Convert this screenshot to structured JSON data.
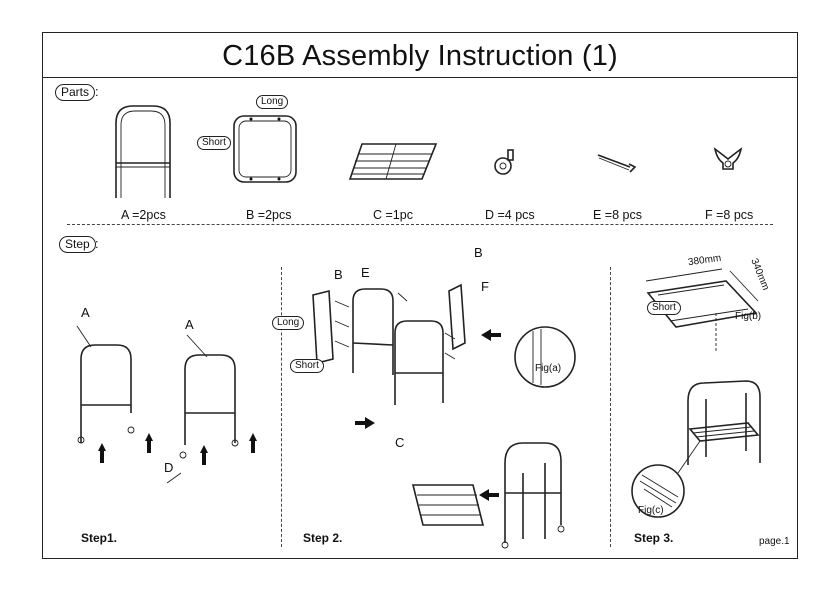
{
  "title": "C16B Assembly Instruction (1)",
  "parts_label": "Parts",
  "step_label": "Step",
  "colon": ":",
  "parts": [
    {
      "id": "A",
      "label": "A =2pcs"
    },
    {
      "id": "B",
      "label": "B =2pcs",
      "callouts": [
        "Long",
        "Short"
      ]
    },
    {
      "id": "C",
      "label": "C =1pc"
    },
    {
      "id": "D",
      "label": "D =4 pcs"
    },
    {
      "id": "E",
      "label": "E =8 pcs"
    },
    {
      "id": "F",
      "label": "F =8 pcs"
    }
  ],
  "step1": {
    "label": "Step1.",
    "letters": [
      "A",
      "A",
      "D"
    ]
  },
  "step2": {
    "label": "Step 2.",
    "letters": [
      "B",
      "E",
      "B",
      "F",
      "C"
    ],
    "callouts": [
      "Long",
      "Short"
    ],
    "fig": "Fig(a)"
  },
  "step3": {
    "label": "Step 3.",
    "dims": [
      "380mm",
      "340mm"
    ],
    "callout": "Short",
    "fig_b": "Fig(b)",
    "fig_c": "Fig(c)"
  },
  "page": "page.1"
}
